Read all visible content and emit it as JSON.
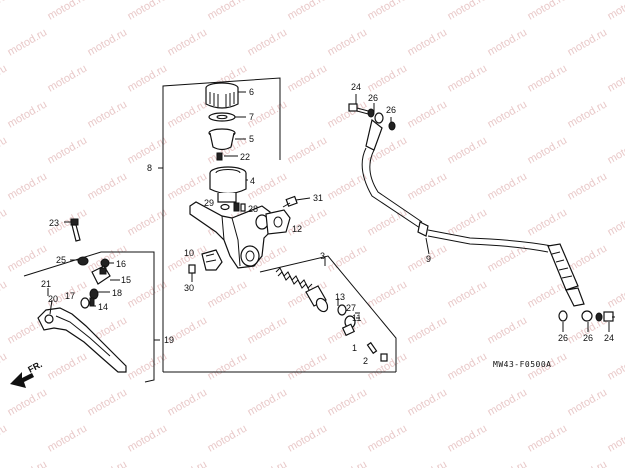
{
  "diagram": {
    "watermark": "motod.ru",
    "drawing_code": "MW43-F0500A",
    "front_label": "FR.",
    "labels": [
      {
        "id": "p6",
        "text": "6"
      },
      {
        "id": "p7",
        "text": "7"
      },
      {
        "id": "p5",
        "text": "5"
      },
      {
        "id": "p22",
        "text": "22"
      },
      {
        "id": "p4",
        "text": "4"
      },
      {
        "id": "p8",
        "text": "8"
      },
      {
        "id": "p31",
        "text": "31"
      },
      {
        "id": "p29",
        "text": "29"
      },
      {
        "id": "p28",
        "text": "28"
      },
      {
        "id": "p12",
        "text": "12"
      },
      {
        "id": "p10",
        "text": "10"
      },
      {
        "id": "p30",
        "text": "30"
      },
      {
        "id": "p3",
        "text": "3"
      },
      {
        "id": "p13",
        "text": "13"
      },
      {
        "id": "p27",
        "text": "27"
      },
      {
        "id": "p11",
        "text": "11"
      },
      {
        "id": "p1",
        "text": "1"
      },
      {
        "id": "p2",
        "text": "2"
      },
      {
        "id": "p23",
        "text": "23"
      },
      {
        "id": "p25",
        "text": "25"
      },
      {
        "id": "p16",
        "text": "16"
      },
      {
        "id": "p15",
        "text": "15"
      },
      {
        "id": "p18",
        "text": "18"
      },
      {
        "id": "p21",
        "text": "21"
      },
      {
        "id": "p20",
        "text": "20"
      },
      {
        "id": "p17",
        "text": "17"
      },
      {
        "id": "p14",
        "text": "14"
      },
      {
        "id": "p19",
        "text": "19"
      },
      {
        "id": "p24a",
        "text": "24"
      },
      {
        "id": "p26a",
        "text": "26"
      },
      {
        "id": "p26b",
        "text": "26"
      },
      {
        "id": "p9",
        "text": "9"
      },
      {
        "id": "p26c",
        "text": "26"
      },
      {
        "id": "p26d",
        "text": "26"
      },
      {
        "id": "p24b",
        "text": "24"
      }
    ]
  }
}
